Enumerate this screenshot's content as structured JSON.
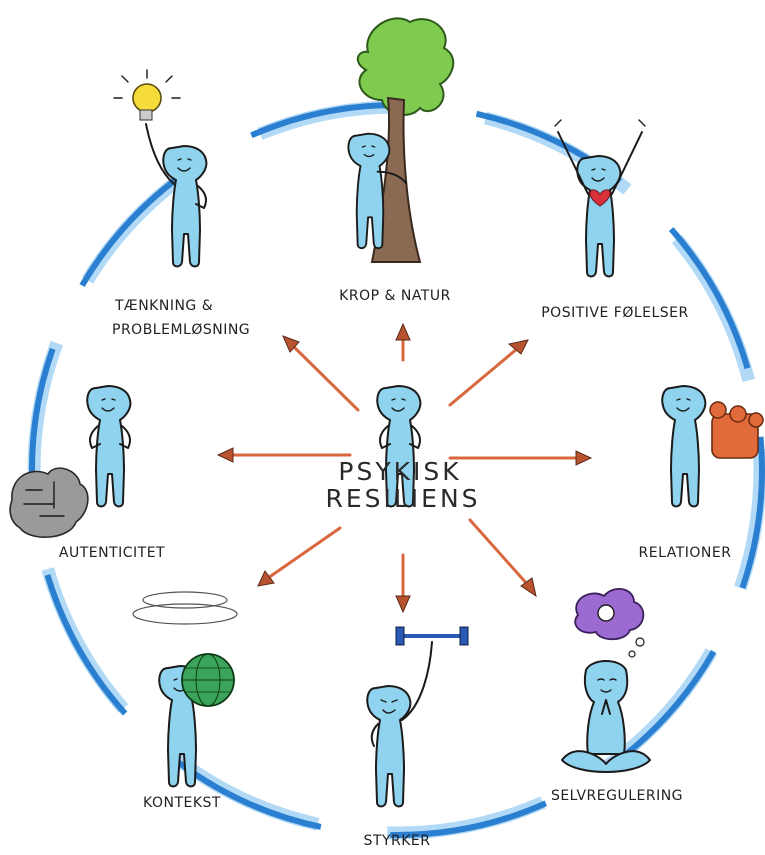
{
  "center": {
    "line1": "PSYKISK",
    "line2": "RESILIENS"
  },
  "nodes": [
    {
      "id": "krop-natur",
      "label_lines": [
        "KROP & NATUR"
      ],
      "icon": "tree-hug-icon"
    },
    {
      "id": "positive-folelser",
      "label_lines": [
        "POSITIVE FØLELSER"
      ],
      "icon": "heart-icon"
    },
    {
      "id": "relationer",
      "label_lines": [
        "RELATIONER"
      ],
      "icon": "friends-icon"
    },
    {
      "id": "selvregulering",
      "label_lines": [
        "SELVREGULERING"
      ],
      "icon": "yin-yang-thought-icon"
    },
    {
      "id": "styrker",
      "label_lines": [
        "STYRKER"
      ],
      "icon": "dumbbell-icon"
    },
    {
      "id": "kontekst",
      "label_lines": [
        "KONTEKST"
      ],
      "icon": "globe-icon"
    },
    {
      "id": "autenticitet",
      "label_lines": [
        "AUTENTICITET"
      ],
      "icon": "armor-icon"
    },
    {
      "id": "taenkning",
      "label_lines": [
        "TÆNKNING &",
        "PROBLEMLØSNING"
      ],
      "icon": "lightbulb-icon"
    }
  ],
  "colors": {
    "ring": "#2a7fd1",
    "ring_light": "#9fd0f2",
    "arrow": "#d9673e",
    "person": "#8fd3ee",
    "tree_crown": "#7ecb4f",
    "tree_trunk": "#8a6a52",
    "bulb": "#f5dc3a",
    "heart": "#d8313a",
    "friends": "#e06a3a",
    "cloud": "#9b6bd1",
    "globe": "#3aa55a",
    "armor": "#9a9a9a"
  }
}
